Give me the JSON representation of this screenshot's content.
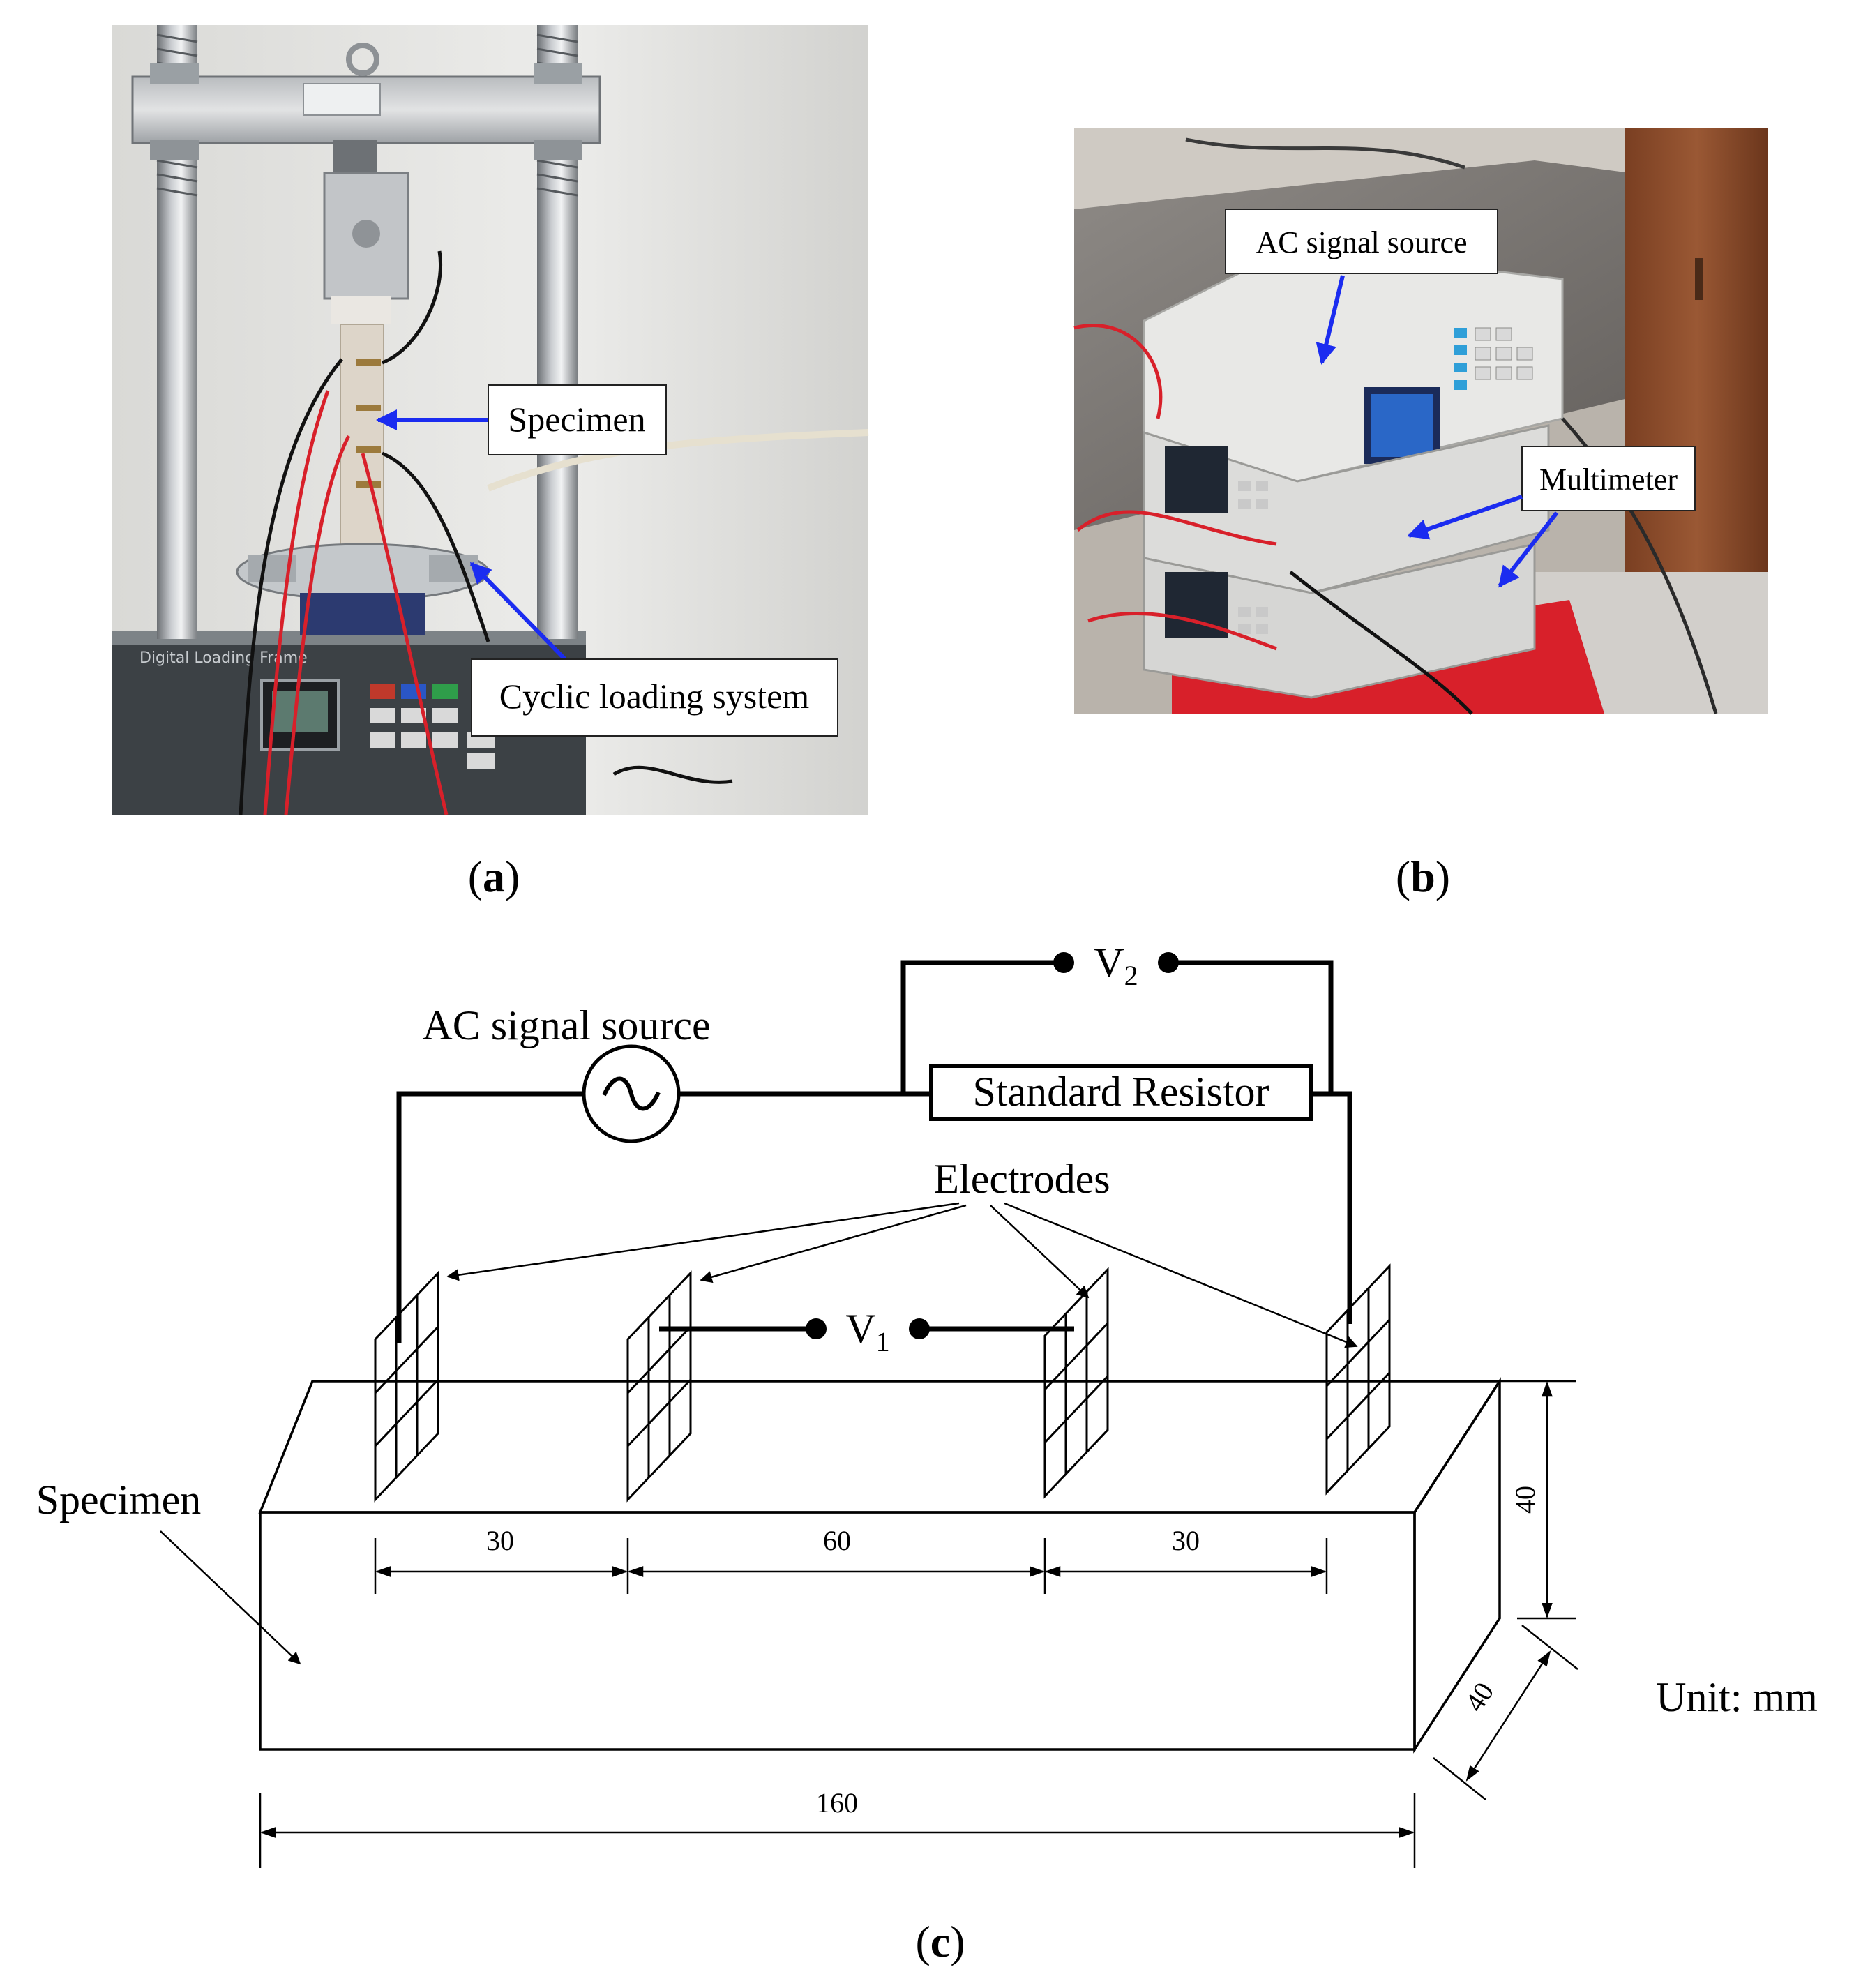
{
  "panels": {
    "a": {
      "caption_open": "(",
      "caption_letter": "a",
      "caption_close": ")",
      "photo_labels": {
        "specimen": "Specimen",
        "loading": "Cyclic loading system"
      },
      "photo_marks": {
        "frame_plate": "Digital Loading Frame"
      }
    },
    "b": {
      "caption_open": "(",
      "caption_letter": "b",
      "caption_close": ")",
      "photo_labels": {
        "source": "AC signal source",
        "multimeter": "Multimeter"
      }
    },
    "c": {
      "caption_open": "(",
      "caption_letter": "c",
      "caption_close": ")",
      "labels": {
        "ac_source": "AC signal source",
        "standard_resistor": "Standard Resistor",
        "electrodes": "Electrodes",
        "specimen": "Specimen",
        "v1_main": "V",
        "v1_sub": "1",
        "v2_main": "V",
        "v2_sub": "2",
        "unit": "Unit: mm"
      },
      "dimensions": {
        "spacing_left": "30",
        "spacing_middle": "60",
        "spacing_right": "30",
        "length": "160",
        "height": "40",
        "depth": "40"
      }
    }
  },
  "colors": {
    "arrow_blue": "#1b2cf0",
    "wire_red": "#d8202a",
    "ink": "#000000"
  }
}
